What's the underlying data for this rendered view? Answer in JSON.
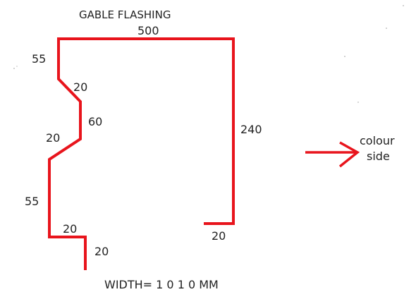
{
  "title": "GABLE FLASHING",
  "width_note": "WIDTH= 1 0 1 0 MM",
  "annotation": {
    "line1": "colour",
    "line2": "side"
  },
  "segments": {
    "top": "500",
    "left_top": "55",
    "bevel_top": "20",
    "step_mid": "60",
    "bevel_mid": "20",
    "left_low": "55",
    "foot": "20",
    "foot_drop": "20",
    "right_side": "240",
    "right_return": "20"
  },
  "colors": {
    "profile": "#e8141c",
    "arrow": "#e8141c",
    "text": "#222222"
  }
}
